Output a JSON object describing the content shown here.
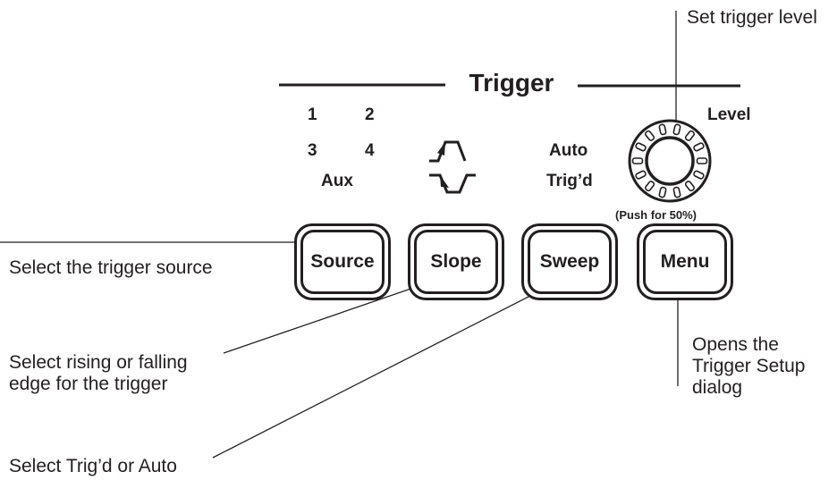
{
  "panel": {
    "title": "Trigger",
    "source_indicators": [
      "1",
      "2",
      "3",
      "4",
      "Aux"
    ],
    "sweep_indicators": [
      "Auto",
      "Trig’d"
    ],
    "level_label": "Level",
    "push_note": "(Push for 50%)"
  },
  "buttons": {
    "source": "Source",
    "slope": "Slope",
    "sweep": "Sweep",
    "menu": "Menu"
  },
  "callouts": {
    "set_trigger_level": "Set trigger level",
    "select_source": "Select the trigger source",
    "select_slope": "Select rising or falling edge for the trigger",
    "select_sweep": "Select Trig’d or Auto",
    "opens_menu": "Opens the Trigger Setup dialog"
  },
  "colors": {
    "ink": "#231f20",
    "background": "#ffffff"
  },
  "icons": [
    "rising-edge-icon",
    "falling-edge-icon",
    "level-knob-icon"
  ]
}
